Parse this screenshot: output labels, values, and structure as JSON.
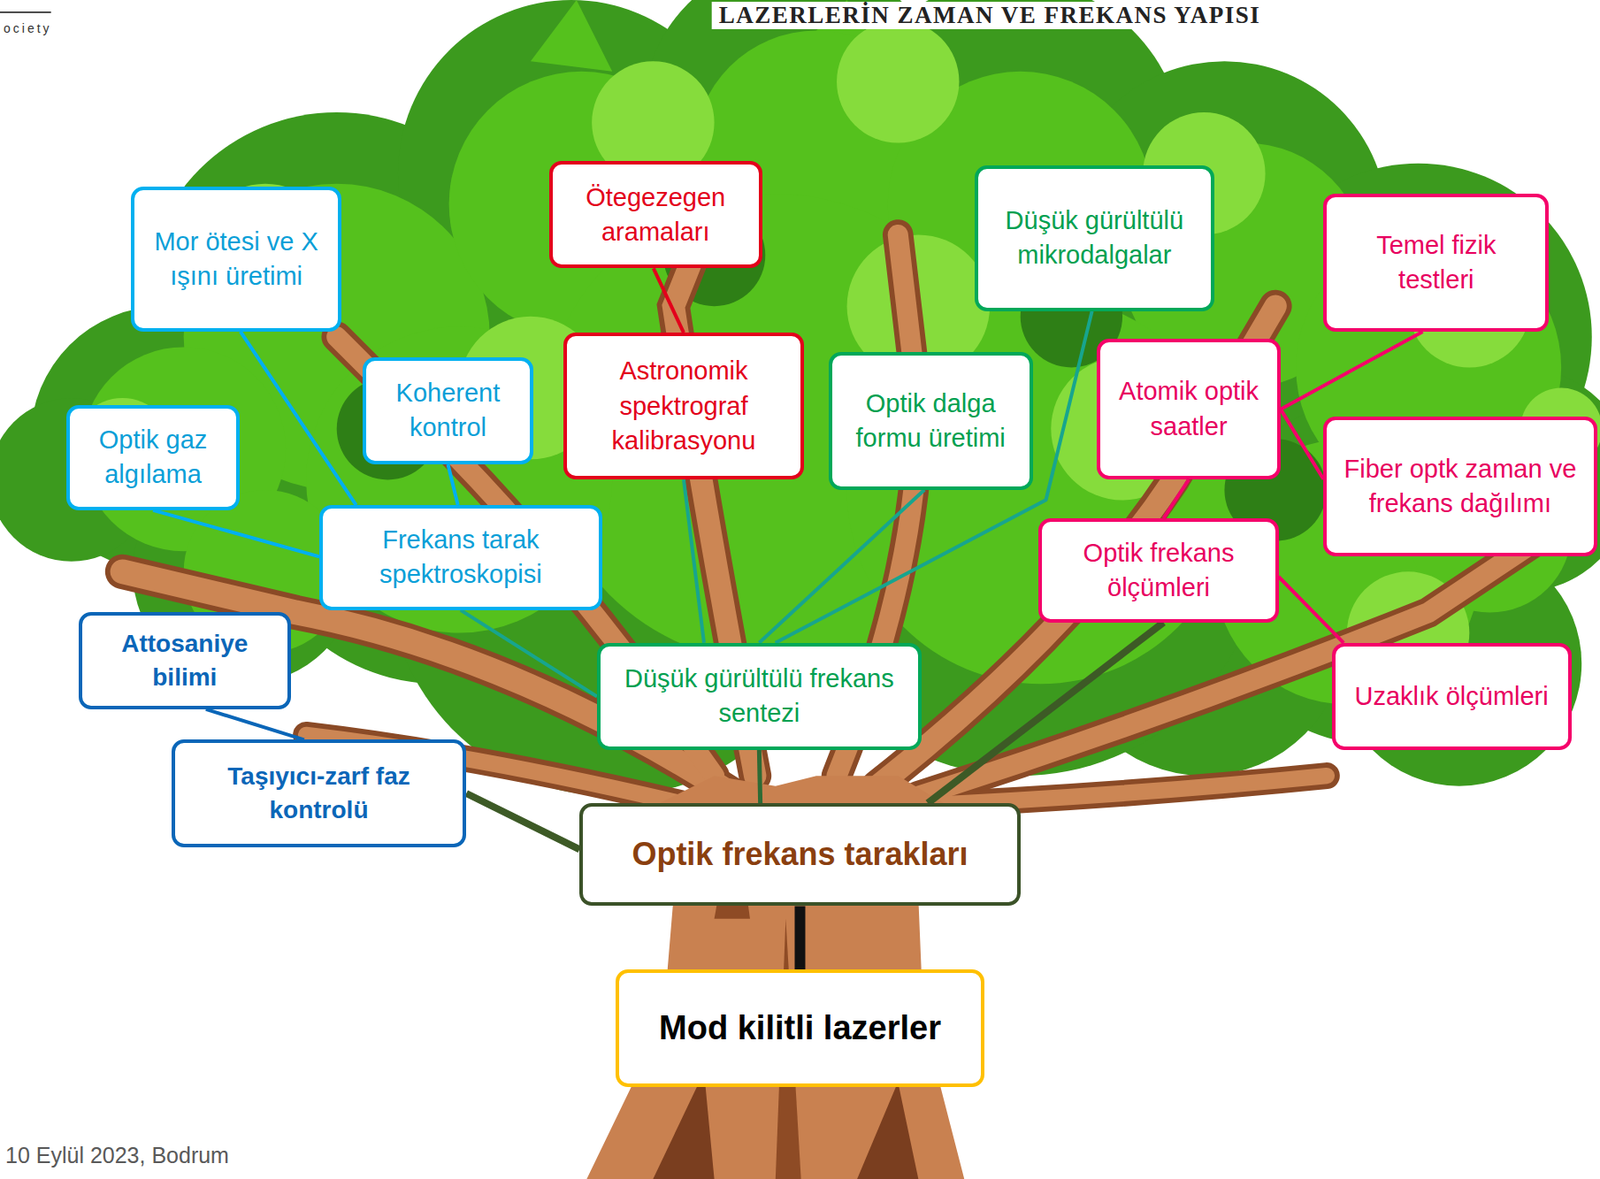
{
  "diagram": {
    "title": "LAZERLERİN ZAMAN VE FREKANS YAPISI",
    "nodes": [
      {
        "text": [
          "Mor ötesi ve X ışını üretimi"
        ]
      },
      {
        "text": [
          "Ötegezegen aramaları"
        ]
      },
      {
        "text": [
          "Düşük gürültülü mikrodalgalar"
        ]
      },
      {
        "text": [
          "Temel fizik testleri"
        ]
      },
      {
        "text": [
          "Optik gaz algılama"
        ]
      },
      {
        "text": [
          "Koherent kontrol"
        ]
      },
      {
        "text": [
          "Astronomik spektrograf kalibrasyonu"
        ]
      },
      {
        "text": [
          "Optik dalga formu üretimi"
        ]
      },
      {
        "text": [
          "Atomik optik saatler"
        ]
      },
      {
        "text": [
          "Fiber optk zaman ve frekans dağılımı"
        ]
      },
      {
        "text": [
          "Frekans tarak spektroskopisi"
        ]
      },
      {
        "text": [
          "Optik frekans ölçümleri"
        ]
      },
      {
        "text": [
          "Attosaniye bilimi"
        ]
      },
      {
        "text": [
          "Düşük gürültülü frekans sentezi"
        ]
      },
      {
        "text": [
          "Uzaklık ölçümleri"
        ]
      },
      {
        "text": [
          "Taşıyıcı-zarf faz kontrolü"
        ]
      },
      {
        "text": [
          "Optik frekans tarakları"
        ]
      },
      {
        "text": [
          "Mod kilitli lazerler"
        ]
      }
    ],
    "edges": [
      {
        "from": 17,
        "to": 16,
        "arrow": "none"
      },
      {
        "from": 16,
        "to": 15,
        "arrow": "none"
      },
      {
        "from": 16,
        "to": 13,
        "arrow": "none"
      },
      {
        "from": 16,
        "to": 11,
        "arrow": "none"
      },
      {
        "from": 15,
        "to": 12,
        "arrow": "none"
      },
      {
        "from": 13,
        "to": 10,
        "arrow": "none"
      },
      {
        "from": 13,
        "to": 6,
        "arrow": "none"
      },
      {
        "from": 13,
        "to": 7,
        "arrow": "none"
      },
      {
        "from": 13,
        "to": 2,
        "arrow": "none"
      },
      {
        "from": 6,
        "to": 1,
        "arrow": "none"
      },
      {
        "from": 10,
        "to": 4,
        "arrow": "none"
      },
      {
        "from": 10,
        "to": 5,
        "arrow": "none"
      },
      {
        "from": 10,
        "to": 0,
        "arrow": "none"
      },
      {
        "from": 11,
        "to": 8,
        "arrow": "none"
      },
      {
        "from": 11,
        "to": 14,
        "arrow": "none"
      },
      {
        "from": 8,
        "to": 3,
        "arrow": "none"
      },
      {
        "from": 8,
        "to": 9,
        "arrow": "none"
      }
    ],
    "labels": [
      "ociety",
      "10 Eylül 2023, Bodrum"
    ]
  }
}
